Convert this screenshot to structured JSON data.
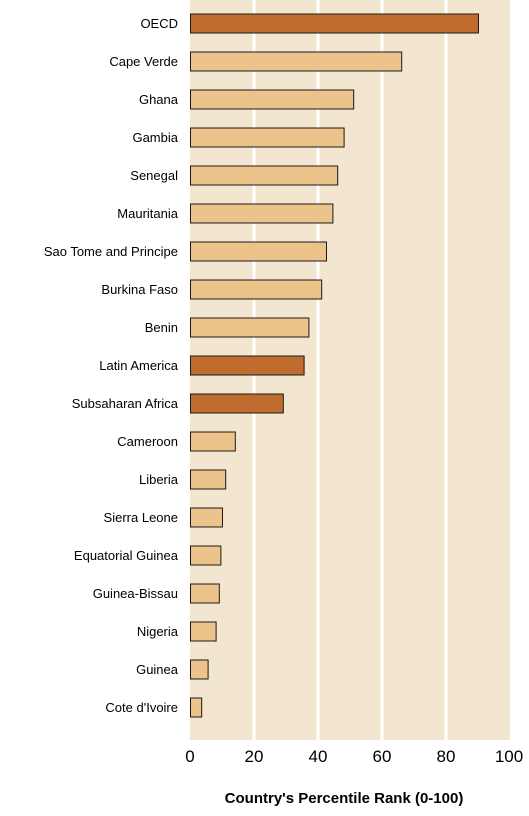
{
  "chart_data": {
    "type": "bar",
    "orientation": "horizontal",
    "title": "",
    "xlabel": "Country's Percentile Rank (0-100)",
    "ylabel": "",
    "xlim": [
      0,
      100
    ],
    "xticks": [
      "0",
      "20",
      "40",
      "60",
      "80",
      "100"
    ],
    "grid": true,
    "categories": [
      "OECD",
      "Cape Verde",
      "Ghana",
      "Gambia",
      "Senegal",
      "Mauritania",
      "Sao Tome and Principe",
      "Burkina Faso",
      "Benin",
      "Latin America",
      "Subsaharan Africa",
      "Cameroon",
      "Liberia",
      "Sierra Leone",
      "Equatorial Guinea",
      "Guinea-Bissau",
      "Nigeria",
      "Guinea",
      "Cote d'Ivoire"
    ],
    "values": [
      90,
      66,
      51,
      48,
      46,
      44.5,
      42.5,
      41,
      37,
      35.5,
      29,
      14,
      11,
      10,
      9.5,
      9,
      8,
      5.5,
      3.5
    ],
    "highlight": [
      true,
      false,
      false,
      false,
      false,
      false,
      false,
      false,
      false,
      true,
      true,
      false,
      false,
      false,
      false,
      false,
      false,
      false,
      false
    ],
    "colors": {
      "background": "#f3e6d0",
      "grid": "#ffffff",
      "bar": "#ecc38a",
      "bar_highlight": "#bf6c2e",
      "bar_stroke": "#1a1a1a"
    }
  }
}
